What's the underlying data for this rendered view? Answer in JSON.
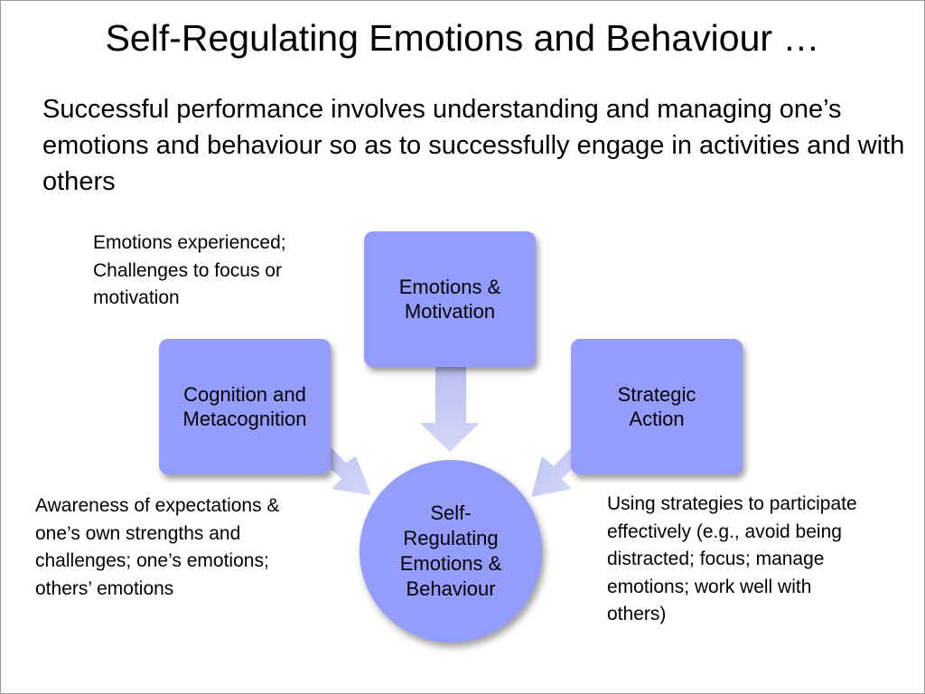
{
  "slide": {
    "title": "Self-Regulating Emotions and Behaviour …",
    "intro": "Successful performance involves understanding and managing one’s emotions and behaviour so as to successfully engage in activities and with others"
  },
  "diagram": {
    "boxes": {
      "emotions_line1": "Emotions &",
      "emotions_line2": "Motivation",
      "cognition_line1": "Cognition and",
      "cognition_line2": "Metacognition",
      "strategic_line1": "Strategic",
      "strategic_line2": "Action"
    },
    "center": {
      "line1": "Self-",
      "line2": "Regulating",
      "line3": "Emotions &",
      "line4": "Behaviour"
    },
    "notes": {
      "emotions": [
        "Emotions experienced;",
        "Challenges to focus or",
        "motivation"
      ],
      "awareness": [
        "Awareness of expectations &",
        "one’s own strengths and",
        "challenges; one’s emotions;",
        "others’ emotions"
      ],
      "strategies": [
        "Using strategies to participate",
        "effectively (e.g., avoid being",
        "distracted; focus; manage",
        "emotions; work well with",
        "others)"
      ]
    },
    "colors": {
      "box_fill": "#949dfc",
      "arrow_fill": "#c8ccf5"
    }
  }
}
